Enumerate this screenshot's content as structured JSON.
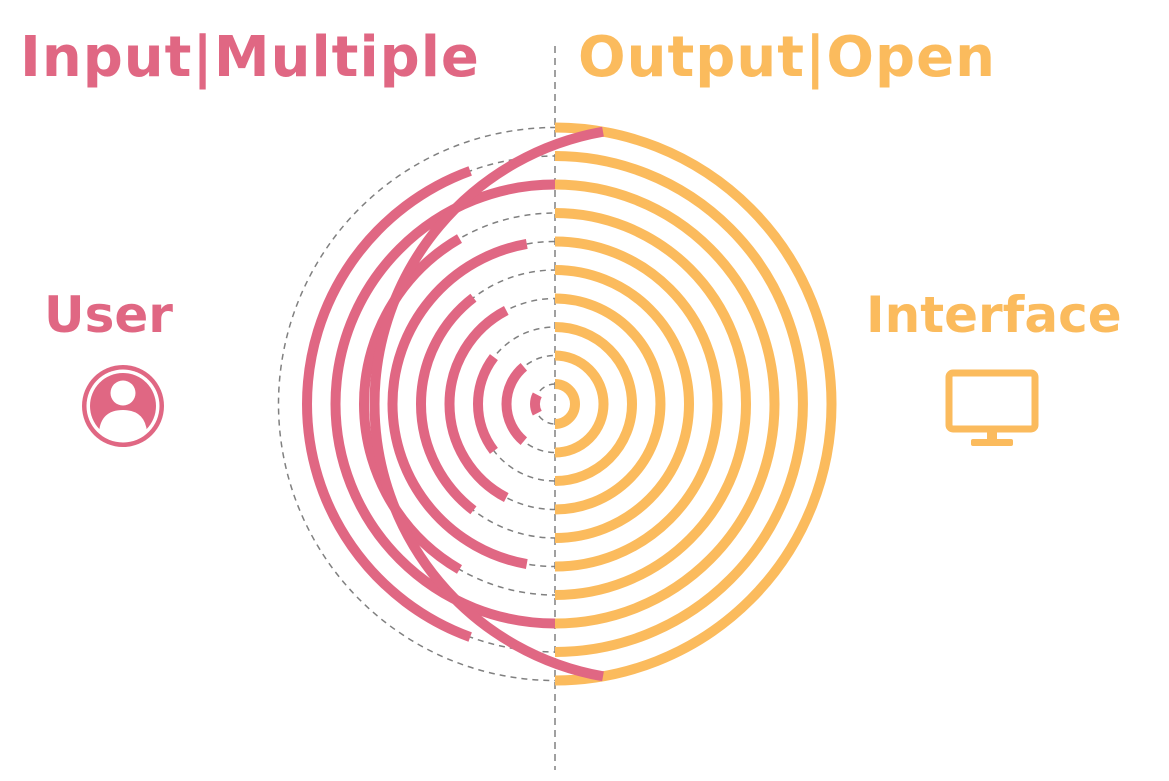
{
  "header": {
    "input_title": "Input|Multiple",
    "output_title": "Output|Open"
  },
  "left_side": {
    "label": "User",
    "icon": "user-icon"
  },
  "right_side": {
    "label": "Interface",
    "icon": "monitor-icon"
  },
  "colors": {
    "input": "#e06783",
    "output": "#fbbb5d",
    "guide": "#808080"
  },
  "rings": {
    "count": 10,
    "input_arc_span_degrees": [
      55,
      100,
      75,
      125,
      105,
      160,
      120,
      180,
      140,
      200
    ]
  }
}
